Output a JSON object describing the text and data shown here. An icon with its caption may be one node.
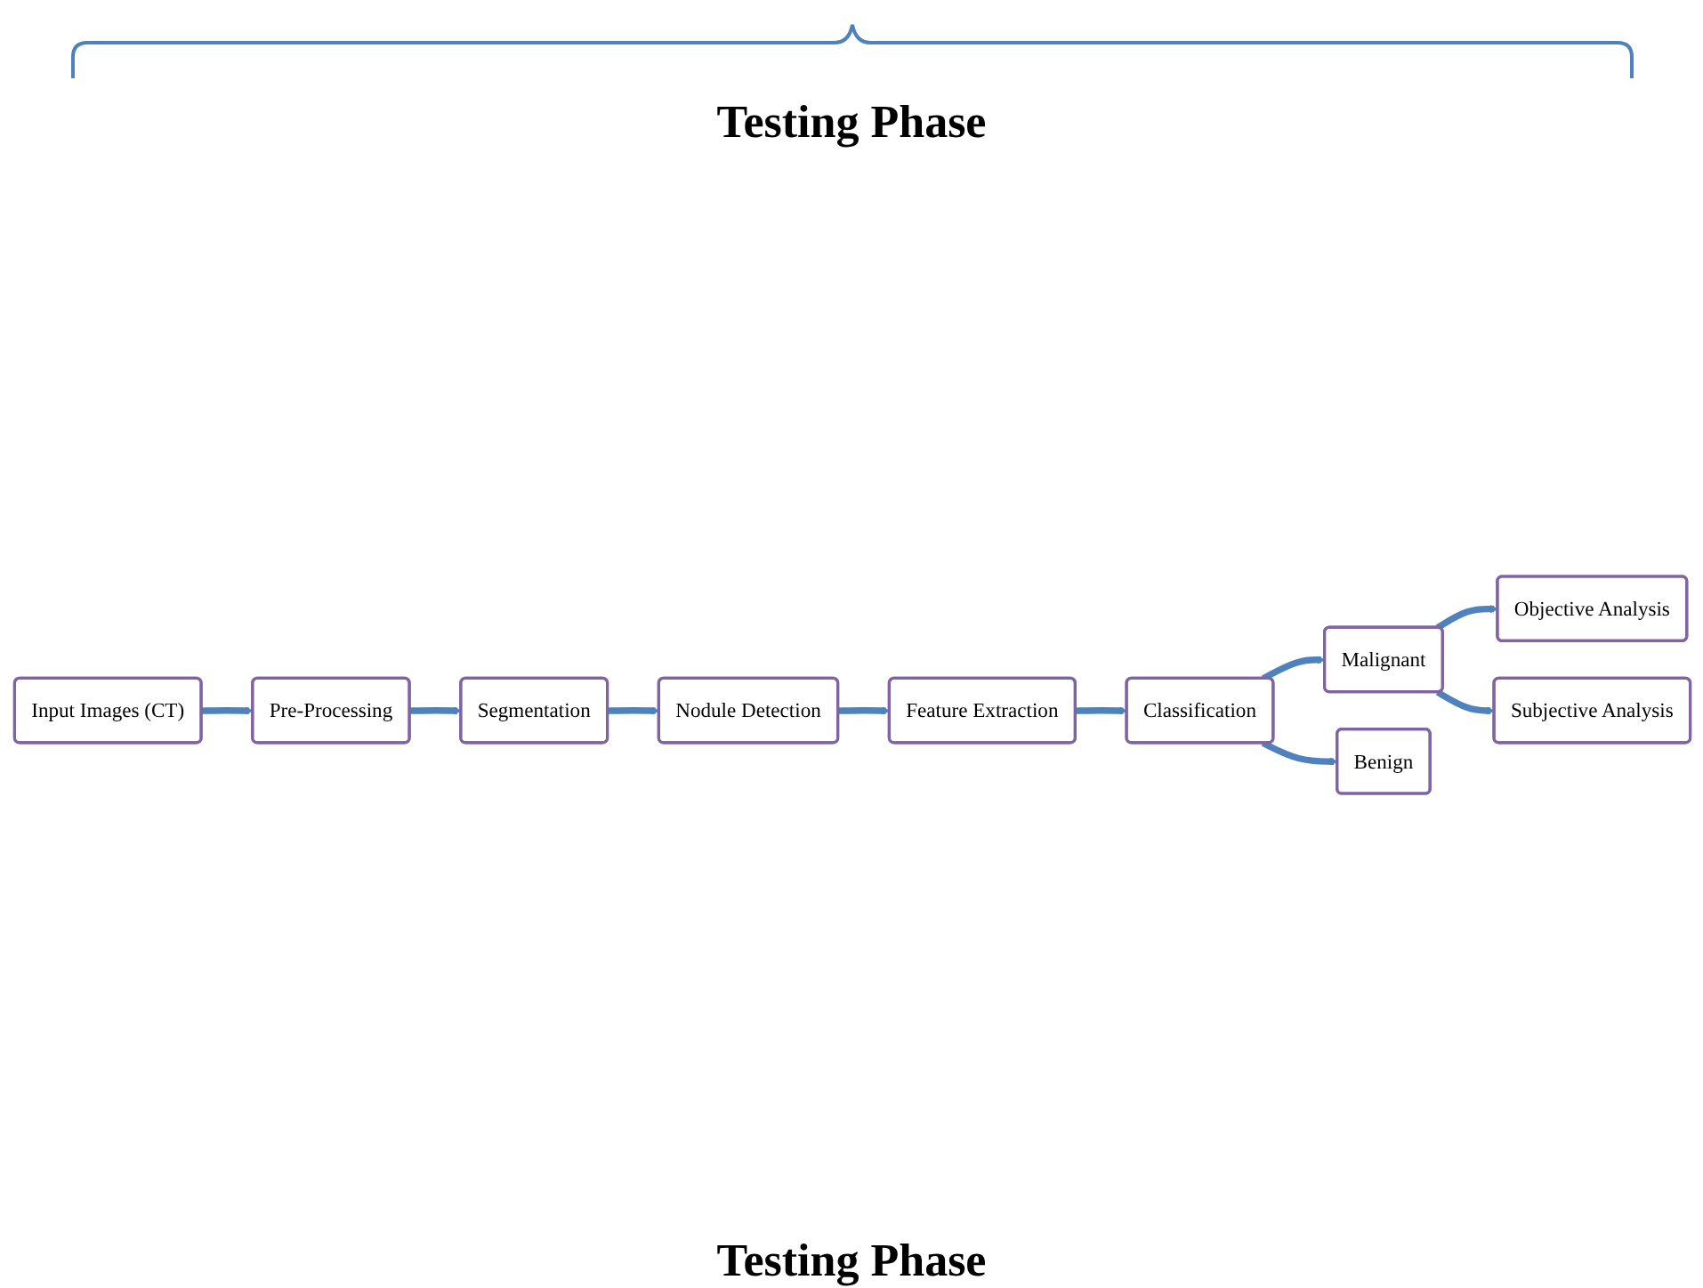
{
  "diagram": {
    "nodes": [
      {
        "text": [
          "Input Images (CT)"
        ]
      },
      {
        "text": [
          "Pre-Processing"
        ]
      },
      {
        "text": [
          "Segmentation"
        ]
      },
      {
        "text": [
          "Nodule Detection"
        ]
      },
      {
        "text": [
          "Objective Analysis"
        ]
      },
      {
        "text": [
          "Malignant"
        ]
      },
      {
        "text": [
          "Classification"
        ]
      },
      {
        "text": [
          "Feature Extraction"
        ]
      },
      {
        "text": [
          "Subjective Analysis"
        ]
      },
      {
        "text": [
          "Benign"
        ]
      }
    ],
    "edges": [
      {
        "from": 0,
        "to": 1,
        "arrow": "to"
      },
      {
        "from": 1,
        "to": 2,
        "arrow": "to"
      },
      {
        "from": 2,
        "to": 3,
        "arrow": "to"
      },
      {
        "from": 3,
        "to": 7,
        "arrow": "to"
      },
      {
        "from": 7,
        "to": 6,
        "arrow": "to"
      },
      {
        "from": 6,
        "to": 5,
        "arrow": "to"
      },
      {
        "from": 6,
        "to": 9,
        "arrow": "to"
      },
      {
        "from": 5,
        "to": 4,
        "arrow": "to"
      },
      {
        "from": 5,
        "to": 8,
        "arrow": "to"
      }
    ],
    "labels": [
      "Testing Phase",
      "Testing Phase"
    ]
  }
}
